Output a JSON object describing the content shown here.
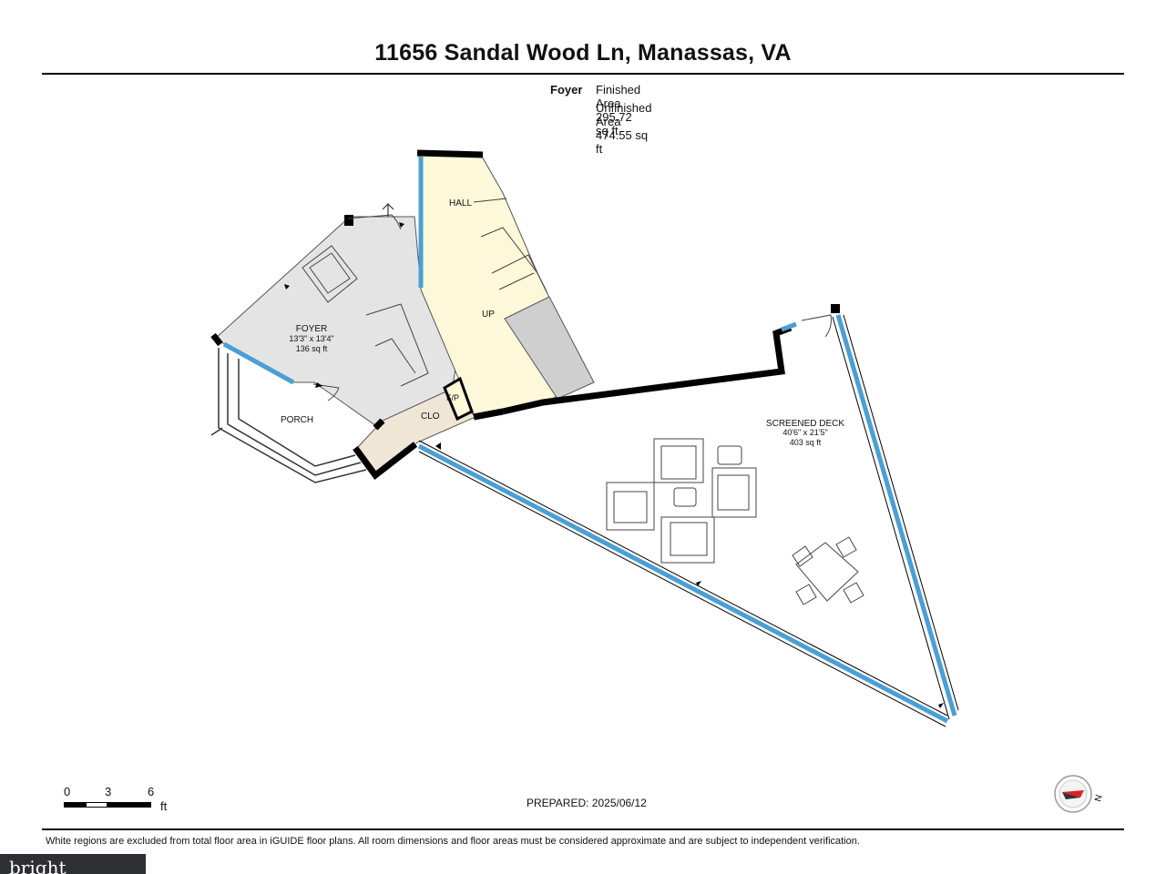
{
  "title": "11656 Sandal Wood Ln, Manassas, VA",
  "summary": {
    "level": "Foyer",
    "finished_area": "Finished Area 295.72 sq ft",
    "unfinished_area": "Unfinished Area 474.55 sq ft"
  },
  "rooms": {
    "hall": "HALL",
    "up": "UP",
    "foyer_name": "FOYER",
    "foyer_dims": "13'3\" x 13'4\"",
    "foyer_area": "136 sq ft",
    "porch": "PORCH",
    "clo": "CLO",
    "fp": "F/P",
    "deck_name": "SCREENED DECK",
    "deck_dims": "40'6\" x 21'5\"",
    "deck_area": "403 sq ft"
  },
  "scale": {
    "t0": "0",
    "t1": "3",
    "t2": "6",
    "unit": "ft"
  },
  "prepared": "PREPARED: 2025/06/12",
  "footer": "White regions are excluded from total floor area in iGUIDE floor plans. All room dimensions and floor areas must be considered approximate and are subject to independent verification.",
  "compass_label": "N",
  "brand": "bright",
  "colors": {
    "finished_fill": "#fdf8d9",
    "foyer_fill": "#e4e4e4",
    "closet_fill": "#f0e6d6",
    "window_blue": "#4a9fd4",
    "wall": "#000000",
    "compass_red": "#e02020"
  }
}
